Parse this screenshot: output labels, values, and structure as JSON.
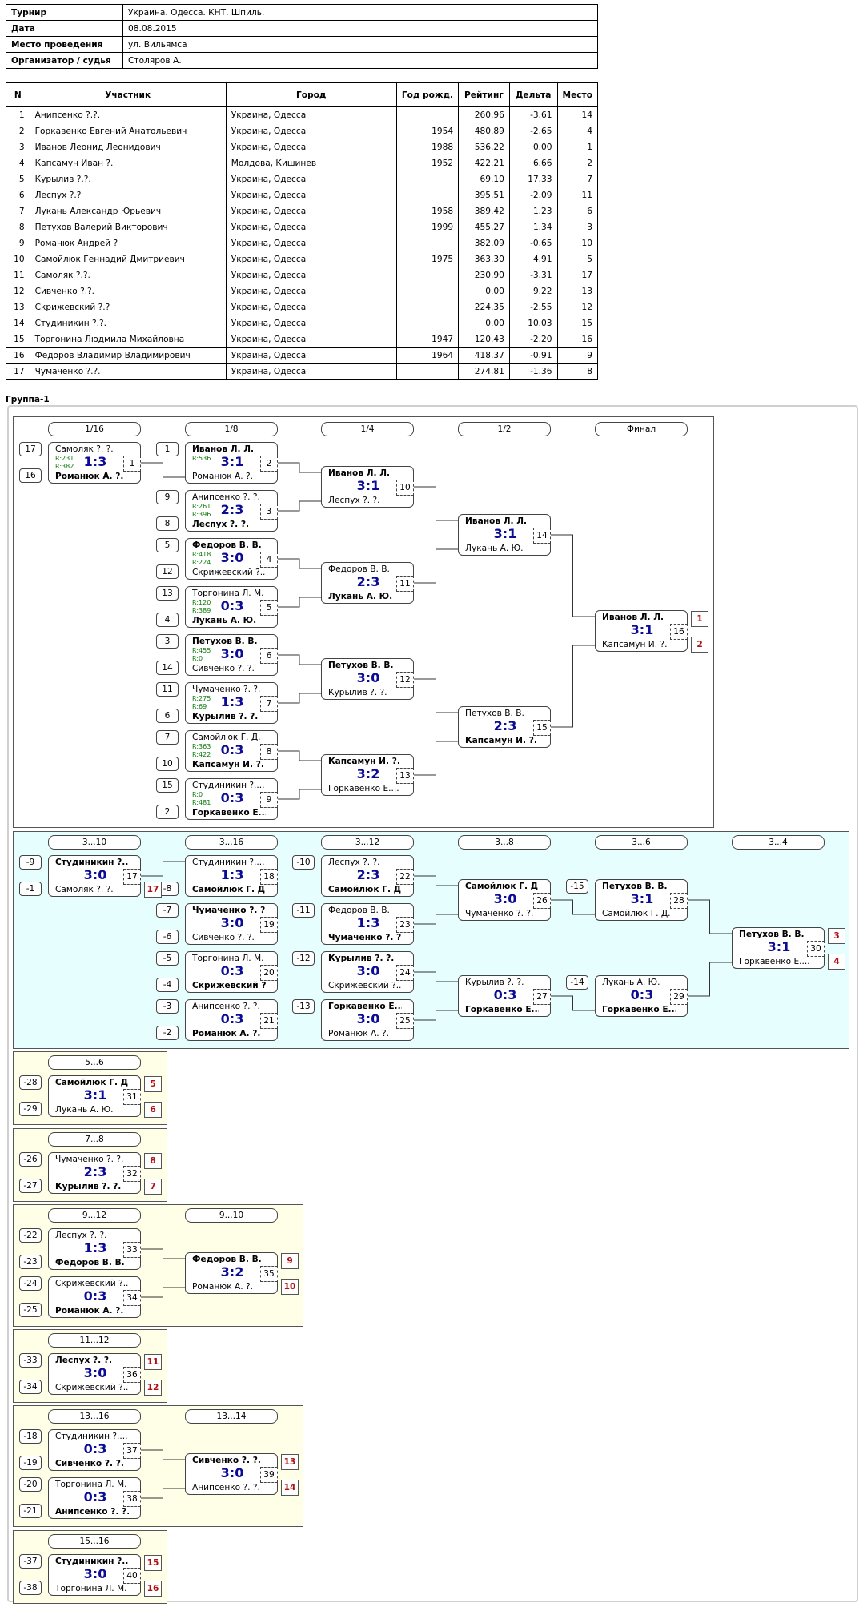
{
  "info": [
    {
      "label": "Турнир",
      "value": "Украина. Одесса. КНТ. Шпиль."
    },
    {
      "label": "Дата",
      "value": "08.08.2015"
    },
    {
      "label": "Место проведения",
      "value": "ул. Вильямса"
    },
    {
      "label": "Организатор / судья",
      "value": "Столяров А."
    }
  ],
  "columns": [
    "N",
    "Участник",
    "Город",
    "Год рожд.",
    "Рейтинг",
    "Дельта",
    "Место"
  ],
  "players": [
    [
      "1",
      "Анипсенко ?.?.",
      "Украина, Одесса",
      "",
      "260.96",
      "-3.61",
      "14"
    ],
    [
      "2",
      "Горкавенко Евгений Анатольевич",
      "Украина, Одесса",
      "1954",
      "480.89",
      "-2.65",
      "4"
    ],
    [
      "3",
      "Иванов Леонид Леонидович",
      "Украина, Одесса",
      "1988",
      "536.22",
      "0.00",
      "1"
    ],
    [
      "4",
      "Капсамун Иван ?.",
      "Молдова, Кишинев",
      "1952",
      "422.21",
      "6.66",
      "2"
    ],
    [
      "5",
      "Курылив ?.?.",
      "Украина, Одесса",
      "",
      "69.10",
      "17.33",
      "7"
    ],
    [
      "6",
      "Леспух ?.?",
      "Украина, Одесса",
      "",
      "395.51",
      "-2.09",
      "11"
    ],
    [
      "7",
      "Лукань Александр Юрьевич",
      "Украина, Одесса",
      "1958",
      "389.42",
      "1.23",
      "6"
    ],
    [
      "8",
      "Петухов Валерий Викторович",
      "Украина, Одесса",
      "1999",
      "455.27",
      "1.34",
      "3"
    ],
    [
      "9",
      "Романюк Андрей ?",
      "Украина, Одесса",
      "",
      "382.09",
      "-0.65",
      "10"
    ],
    [
      "10",
      "Самойлюк Геннадий Дмитриевич",
      "Украина, Одесса",
      "1975",
      "363.30",
      "4.91",
      "5"
    ],
    [
      "11",
      "Самоляк ?.?.",
      "Украина, Одесса",
      "",
      "230.90",
      "-3.31",
      "17"
    ],
    [
      "12",
      "Сивченко ?.?.",
      "Украина, Одесса",
      "",
      "0.00",
      "9.22",
      "13"
    ],
    [
      "13",
      "Скрижевский ?.?",
      "Украина, Одесса",
      "",
      "224.35",
      "-2.55",
      "12"
    ],
    [
      "14",
      "Студиникин ?.?.",
      "Украина, Одесса",
      "",
      "0.00",
      "10.03",
      "15"
    ],
    [
      "15",
      "Торгонина Людмила Михайловна",
      "Украина, Одесса",
      "1947",
      "120.43",
      "-2.20",
      "16"
    ],
    [
      "16",
      "Федоров Владимир Владимирович",
      "Украина, Одесса",
      "1964",
      "418.37",
      "-0.91",
      "9"
    ],
    [
      "17",
      "Чумаченко ?.?.",
      "Украина, Одесса",
      "",
      "274.81",
      "-1.36",
      "8"
    ]
  ],
  "group_title": "Группа-1",
  "round_headers": [
    {
      "id": "r-1-16",
      "text": "1/16"
    },
    {
      "id": "r-1-8",
      "text": "1/8"
    },
    {
      "id": "r-1-4",
      "text": "1/4"
    },
    {
      "id": "r-1-2",
      "text": "1/2"
    },
    {
      "id": "r-final",
      "text": "Финал"
    },
    {
      "id": "r-3-10",
      "text": "3...10"
    },
    {
      "id": "r-3-16",
      "text": "3...16"
    },
    {
      "id": "r-3-12",
      "text": "3...12"
    },
    {
      "id": "r-3-8",
      "text": "3...8"
    },
    {
      "id": "r-3-6",
      "text": "3...6"
    },
    {
      "id": "r-3-4",
      "text": "3...4"
    },
    {
      "id": "r-5-6",
      "text": "5...6"
    },
    {
      "id": "r-7-8",
      "text": "7...8"
    },
    {
      "id": "r-9-12",
      "text": "9...12"
    },
    {
      "id": "r-9-10",
      "text": "9...10"
    },
    {
      "id": "r-11-12",
      "text": "11...12"
    },
    {
      "id": "r-13-16",
      "text": "13...16"
    },
    {
      "id": "r-13-14",
      "text": "13...14"
    },
    {
      "id": "r-15-16",
      "text": "15...16"
    }
  ],
  "matches": [
    {
      "id": "m1",
      "p1": "Самоляк ?. ?.",
      "p2": "Романюк А. ?.",
      "win": 2,
      "score": "1:3",
      "num": "1",
      "r1": "R:231",
      "r2": "R:382"
    },
    {
      "id": "m2",
      "p1": "Иванов Л. Л.",
      "p2": "Романюк А. ?.",
      "win": 1,
      "score": "3:1",
      "num": "2",
      "r1": "R:536",
      "r2": ""
    },
    {
      "id": "m3",
      "p1": "Анипсенко ?. ?.",
      "p2": "Леспух ?. ?.",
      "win": 2,
      "score": "2:3",
      "num": "3",
      "r1": "R:261",
      "r2": "R:396"
    },
    {
      "id": "m4",
      "p1": "Федоров В. В.",
      "p2": "Скрижевский ?...",
      "win": 1,
      "score": "3:0",
      "num": "4",
      "r1": "R:418",
      "r2": "R:224"
    },
    {
      "id": "m5",
      "p1": "Торгонина Л. М.",
      "p2": "Лукань А. Ю.",
      "win": 2,
      "score": "0:3",
      "num": "5",
      "r1": "R:120",
      "r2": "R:389"
    },
    {
      "id": "m6",
      "p1": "Петухов В. В.",
      "p2": "Сивченко ?. ?.",
      "win": 1,
      "score": "3:0",
      "num": "6",
      "r1": "R:455",
      "r2": "R:0"
    },
    {
      "id": "m7",
      "p1": "Чумаченко ?. ?.",
      "p2": "Курылив ?. ?.",
      "win": 2,
      "score": "1:3",
      "num": "7",
      "r1": "R:275",
      "r2": "R:69"
    },
    {
      "id": "m8",
      "p1": "Самойлюк Г. Д.",
      "p2": "Капсамун И. ?.",
      "win": 2,
      "score": "0:3",
      "num": "8",
      "r1": "R:363",
      "r2": "R:422"
    },
    {
      "id": "m9",
      "p1": "Студиникин ?....",
      "p2": "Горкавенко Е....",
      "win": 2,
      "score": "0:3",
      "num": "9",
      "r1": "R:0",
      "r2": "R:481"
    },
    {
      "id": "m10",
      "p1": "Иванов Л. Л.",
      "p2": "Леспух ?. ?.",
      "win": 1,
      "score": "3:1",
      "num": "10"
    },
    {
      "id": "m11",
      "p1": "Федоров В. В.",
      "p2": "Лукань А. Ю.",
      "win": 2,
      "score": "2:3",
      "num": "11"
    },
    {
      "id": "m12",
      "p1": "Петухов В. В.",
      "p2": "Курылив ?. ?.",
      "win": 1,
      "score": "3:0",
      "num": "12"
    },
    {
      "id": "m13",
      "p1": "Капсамун И. ?.",
      "p2": "Горкавенко Е....",
      "win": 1,
      "score": "3:2",
      "num": "13"
    },
    {
      "id": "m14",
      "p1": "Иванов Л. Л.",
      "p2": "Лукань А. Ю.",
      "win": 1,
      "score": "3:1",
      "num": "14"
    },
    {
      "id": "m15",
      "p1": "Петухов В. В.",
      "p2": "Капсамун И. ?.",
      "win": 2,
      "score": "2:3",
      "num": "15"
    },
    {
      "id": "m16",
      "p1": "Иванов Л. Л.",
      "p2": "Капсамун И. ?.",
      "win": 1,
      "score": "3:1",
      "num": "16"
    },
    {
      "id": "m17",
      "p1": "Студиникин ?....",
      "p2": "Самоляк ?. ?.",
      "win": 1,
      "score": "3:0",
      "num": "17"
    },
    {
      "id": "m18",
      "p1": "Студиникин ?....",
      "p2": "Самойлюк Г. Д.",
      "win": 2,
      "score": "1:3",
      "num": "18"
    },
    {
      "id": "m19",
      "p1": "Чумаченко ?. ?.",
      "p2": "Сивченко ?. ?.",
      "win": 1,
      "score": "3:0",
      "num": "19"
    },
    {
      "id": "m20",
      "p1": "Торгонина Л. М.",
      "p2": "Скрижевский ?...",
      "win": 2,
      "score": "0:3",
      "num": "20"
    },
    {
      "id": "m21",
      "p1": "Анипсенко ?. ?.",
      "p2": "Романюк А. ?.",
      "win": 2,
      "score": "0:3",
      "num": "21"
    },
    {
      "id": "m22",
      "p1": "Леспух ?. ?.",
      "p2": "Самойлюк Г. Д.",
      "win": 2,
      "score": "2:3",
      "num": "22"
    },
    {
      "id": "m23",
      "p1": "Федоров В. В.",
      "p2": "Чумаченко ?. ?.",
      "win": 2,
      "score": "1:3",
      "num": "23"
    },
    {
      "id": "m24",
      "p1": "Курылив ?. ?.",
      "p2": "Скрижевский ?...",
      "win": 1,
      "score": "3:0",
      "num": "24"
    },
    {
      "id": "m25",
      "p1": "Горкавенко Е....",
      "p2": "Романюк А. ?.",
      "win": 1,
      "score": "3:0",
      "num": "25"
    },
    {
      "id": "m26",
      "p1": "Самойлюк Г. Д.",
      "p2": "Чумаченко ?. ?.",
      "win": 1,
      "score": "3:0",
      "num": "26"
    },
    {
      "id": "m27",
      "p1": "Курылив ?. ?.",
      "p2": "Горкавенко Е....",
      "win": 2,
      "score": "0:3",
      "num": "27"
    },
    {
      "id": "m28",
      "p1": "Петухов В. В.",
      "p2": "Самойлюк Г. Д.",
      "win": 1,
      "score": "3:1",
      "num": "28"
    },
    {
      "id": "m29",
      "p1": "Лукань А. Ю.",
      "p2": "Горкавенко Е....",
      "win": 2,
      "score": "0:3",
      "num": "29"
    },
    {
      "id": "m30",
      "p1": "Петухов В. В.",
      "p2": "Горкавенко Е....",
      "win": 1,
      "score": "3:1",
      "num": "30"
    },
    {
      "id": "m31",
      "p1": "Самойлюк Г. Д.",
      "p2": "Лукань А. Ю.",
      "win": 1,
      "score": "3:1",
      "num": "31"
    },
    {
      "id": "m32",
      "p1": "Чумаченко ?. ?.",
      "p2": "Курылив ?. ?.",
      "win": 2,
      "score": "2:3",
      "num": "32"
    },
    {
      "id": "m33",
      "p1": "Леспух ?. ?.",
      "p2": "Федоров В. В.",
      "win": 2,
      "score": "1:3",
      "num": "33"
    },
    {
      "id": "m34",
      "p1": "Скрижевский ?...",
      "p2": "Романюк А. ?.",
      "win": 2,
      "score": "0:3",
      "num": "34"
    },
    {
      "id": "m35",
      "p1": "Федоров В. В.",
      "p2": "Романюк А. ?.",
      "win": 1,
      "score": "3:2",
      "num": "35"
    },
    {
      "id": "m36",
      "p1": "Леспух ?. ?.",
      "p2": "Скрижевский ?...",
      "win": 1,
      "score": "3:0",
      "num": "36"
    },
    {
      "id": "m37",
      "p1": "Студиникин ?....",
      "p2": "Сивченко ?. ?.",
      "win": 2,
      "score": "0:3",
      "num": "37"
    },
    {
      "id": "m38",
      "p1": "Торгонина Л. М.",
      "p2": "Анипсенко ?. ?.",
      "win": 2,
      "score": "0:3",
      "num": "38"
    },
    {
      "id": "m39",
      "p1": "Сивченко ?. ?.",
      "p2": "Анипсенко ?. ?.",
      "win": 1,
      "score": "3:0",
      "num": "39"
    },
    {
      "id": "m40",
      "p1": "Студиникин ?....",
      "p2": "Торгонина Л. М.",
      "win": 1,
      "score": "3:0",
      "num": "40"
    }
  ],
  "seeds": [
    {
      "id": "s-m1-1",
      "text": "17"
    },
    {
      "id": "s-m1-2",
      "text": "16"
    },
    {
      "id": "s-m2-1",
      "text": "1"
    },
    {
      "id": "s-m3-1",
      "text": "9"
    },
    {
      "id": "s-m3-2",
      "text": "8"
    },
    {
      "id": "s-m4-1",
      "text": "5"
    },
    {
      "id": "s-m4-2",
      "text": "12"
    },
    {
      "id": "s-m5-1",
      "text": "13"
    },
    {
      "id": "s-m5-2",
      "text": "4"
    },
    {
      "id": "s-m6-1",
      "text": "3"
    },
    {
      "id": "s-m6-2",
      "text": "14"
    },
    {
      "id": "s-m7-1",
      "text": "11"
    },
    {
      "id": "s-m7-2",
      "text": "6"
    },
    {
      "id": "s-m8-1",
      "text": "7"
    },
    {
      "id": "s-m8-2",
      "text": "10"
    },
    {
      "id": "s-m9-1",
      "text": "15"
    },
    {
      "id": "s-m9-2",
      "text": "2"
    },
    {
      "id": "s-m17-1",
      "text": "-9"
    },
    {
      "id": "s-m17-2",
      "text": "-1"
    },
    {
      "id": "s-m18-2",
      "text": "-8"
    },
    {
      "id": "s-m19-1",
      "text": "-7"
    },
    {
      "id": "s-m19-2",
      "text": "-6"
    },
    {
      "id": "s-m20-1",
      "text": "-5"
    },
    {
      "id": "s-m20-2",
      "text": "-4"
    },
    {
      "id": "s-m21-1",
      "text": "-3"
    },
    {
      "id": "s-m21-2",
      "text": "-2"
    },
    {
      "id": "s-m22-1",
      "text": "-10"
    },
    {
      "id": "s-m23-1",
      "text": "-11"
    },
    {
      "id": "s-m24-1",
      "text": "-12"
    },
    {
      "id": "s-m25-1",
      "text": "-13"
    },
    {
      "id": "s-m28-1",
      "text": "-15"
    },
    {
      "id": "s-m29-1",
      "text": "-14"
    },
    {
      "id": "s-m31-1",
      "text": "-28"
    },
    {
      "id": "s-m31-2",
      "text": "-29"
    },
    {
      "id": "s-m32-1",
      "text": "-26"
    },
    {
      "id": "s-m32-2",
      "text": "-27"
    },
    {
      "id": "s-m33-1",
      "text": "-22"
    },
    {
      "id": "s-m33-2",
      "text": "-23"
    },
    {
      "id": "s-m34-1",
      "text": "-24"
    },
    {
      "id": "s-m34-2",
      "text": "-25"
    },
    {
      "id": "s-m36-1",
      "text": "-33"
    },
    {
      "id": "s-m36-2",
      "text": "-34"
    },
    {
      "id": "s-m37-1",
      "text": "-18"
    },
    {
      "id": "s-m37-2",
      "text": "-19"
    },
    {
      "id": "s-m38-1",
      "text": "-20"
    },
    {
      "id": "s-m38-2",
      "text": "-21"
    },
    {
      "id": "s-m40-1",
      "text": "-37"
    },
    {
      "id": "s-m40-2",
      "text": "-38"
    }
  ],
  "places": [
    {
      "id": "pl-m16-1",
      "text": "1"
    },
    {
      "id": "pl-m16-2",
      "text": "2"
    },
    {
      "id": "pl-m17-2",
      "text": "17"
    },
    {
      "id": "pl-m30-1",
      "text": "3"
    },
    {
      "id": "pl-m30-2",
      "text": "4"
    },
    {
      "id": "pl-m31-1",
      "text": "5"
    },
    {
      "id": "pl-m31-2",
      "text": "6"
    },
    {
      "id": "pl-m32-1",
      "text": "8"
    },
    {
      "id": "pl-m32-2",
      "text": "7"
    },
    {
      "id": "pl-m35-1",
      "text": "9"
    },
    {
      "id": "pl-m35-2",
      "text": "10"
    },
    {
      "id": "pl-m36-1",
      "text": "11"
    },
    {
      "id": "pl-m36-2",
      "text": "12"
    },
    {
      "id": "pl-m39-1",
      "text": "13"
    },
    {
      "id": "pl-m39-2",
      "text": "14"
    },
    {
      "id": "pl-m40-1",
      "text": "15"
    },
    {
      "id": "pl-m40-2",
      "text": "16"
    }
  ],
  "colors": {
    "score": "#0b0b96",
    "rating": "#0a7a0a",
    "place": "#b01010",
    "panel_blue": "#e6fffe",
    "panel_yellow": "#fffee6"
  }
}
